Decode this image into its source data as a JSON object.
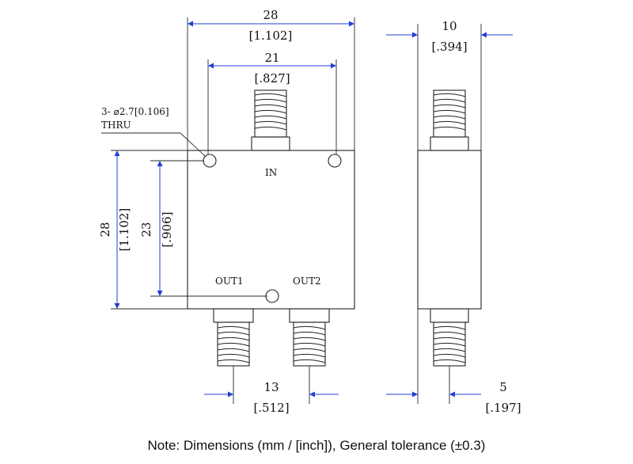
{
  "dimensions": {
    "top_width_mm": "28",
    "top_width_in": "[1.102]",
    "hole_span_mm": "21",
    "hole_span_in": "[.827]",
    "height_mm": "28",
    "height_in": "[1.102]",
    "hole_height_mm": "23",
    "hole_height_in": "[.906]",
    "out_spacing_mm": "13",
    "out_spacing_in": "[.512]",
    "side_width_mm": "10",
    "side_width_in": "[.394]",
    "side_offset_mm": "5",
    "side_offset_in": "[.197]"
  },
  "labels": {
    "hole_callout_line1": "3- ⌀2.7[0.106]",
    "hole_callout_line2": "THRU",
    "port_in": "IN",
    "port_out1": "OUT1",
    "port_out2": "OUT2"
  },
  "note": "Note: Dimensions (mm / [inch]), General tolerance (±0.3)",
  "colors": {
    "dimension_arrow": "#1f3fd6",
    "outline": "#222222"
  }
}
